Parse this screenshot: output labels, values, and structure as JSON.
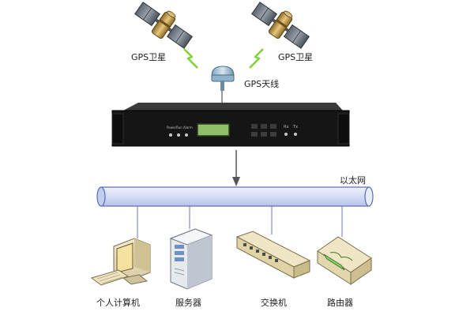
{
  "satellites": [
    {
      "label": "GPS卫星"
    },
    {
      "label": "GPS卫星"
    }
  ],
  "antenna": {
    "label": "GPS天线"
  },
  "device": {
    "indicator_labels": [
      "Power",
      "Run",
      "Alarm"
    ],
    "port_labels": [
      "Rx",
      "Tx"
    ]
  },
  "network": {
    "label": "以太网"
  },
  "endpoints": [
    {
      "label": "个人计算机",
      "icon": "pc-icon"
    },
    {
      "label": "服务器",
      "icon": "server-icon"
    },
    {
      "label": "交换机",
      "icon": "switch-icon"
    },
    {
      "label": "路由器",
      "icon": "router-icon"
    }
  ],
  "colors": {
    "bus_fill": "#d4dcf5",
    "bus_stroke": "#5a6cb0",
    "device_body": "#151515",
    "lcd": "#8fbf6a",
    "signal_green": "#7fd33a",
    "satellite_gold": "#c9a24a"
  }
}
